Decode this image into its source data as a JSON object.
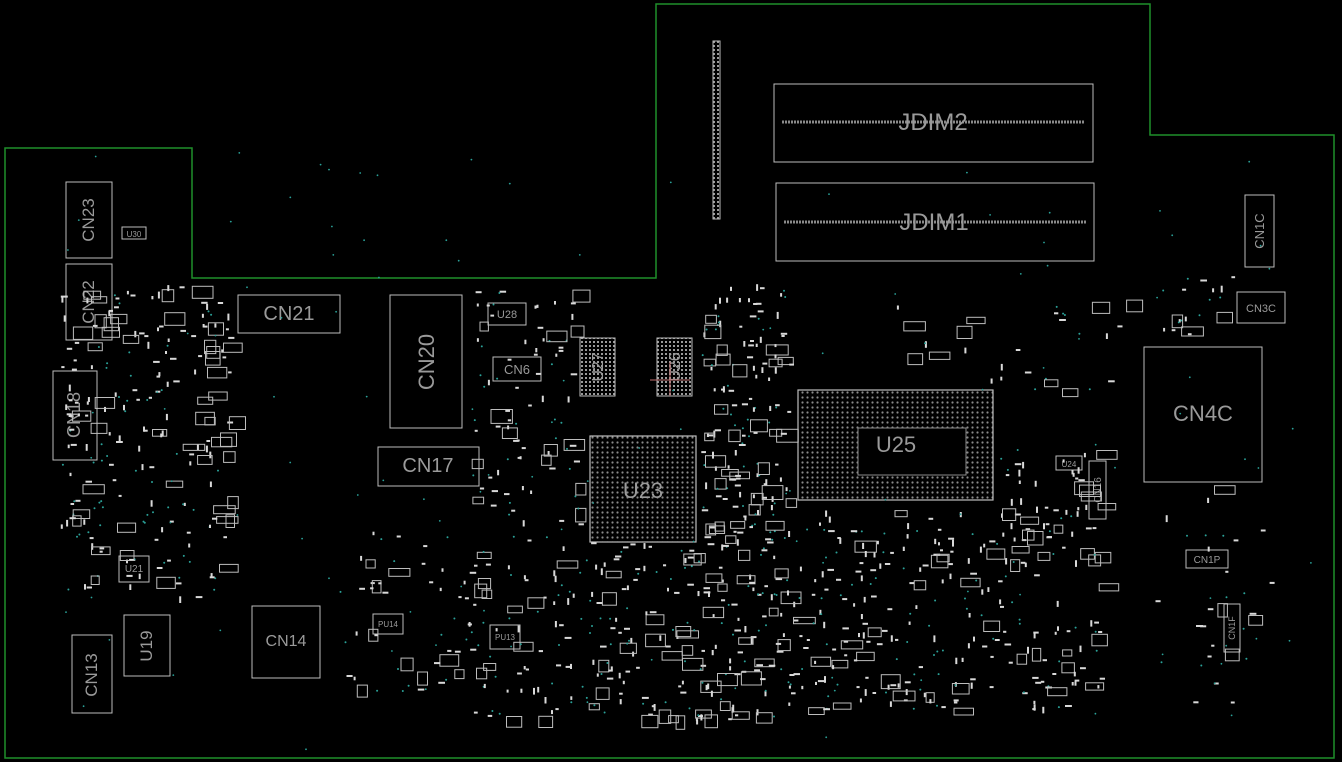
{
  "colors": {
    "background": "#000000",
    "outline": "#1f8f2a",
    "silkscreen": "#bdbdbd",
    "label": "#9a9a9a",
    "via": "#2aa198"
  },
  "components": {
    "JDIM2": "JDIM2",
    "JDIM1": "JDIM1",
    "CN1C": "CN1C",
    "CN3C": "CN3C",
    "CN4C": "CN4C",
    "CN23": "CN23",
    "U30": "U30",
    "CN22": "CN22",
    "CN21": "CN21",
    "CN20": "CN20",
    "U28": "U28",
    "CN6": "CN6",
    "U27": "U27",
    "U26": "U26",
    "CN18": "CN18",
    "CN17": "CN17",
    "U23": "U23",
    "U25": "U25",
    "U24": "U24",
    "CN16": "CN16",
    "U21": "U21",
    "U19": "U19",
    "CN14": "CN14",
    "CN13": "CN13",
    "PU14": "PU14",
    "PU13": "PU13",
    "CN1P": "CN1P",
    "CN1F": "CN1F"
  }
}
